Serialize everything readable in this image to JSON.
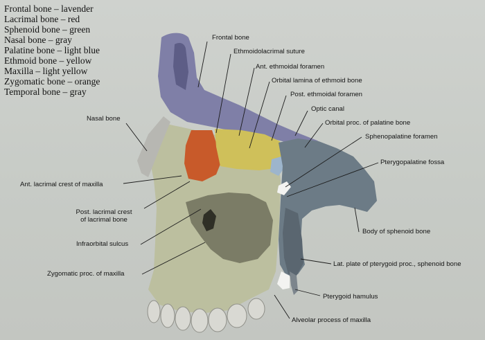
{
  "legend": [
    "Frontal bone – lavender",
    "Lacrimal bone – red",
    "Sphenoid bone – green",
    "Nasal bone – gray",
    "Palatine bone – light blue",
    "Ethmoid bone – yellow",
    "Maxilla – light yellow",
    "Zygomatic bone – orange",
    "Temporal bone – gray"
  ],
  "labels": {
    "frontal_bone": "Frontal bone",
    "ethmoidolacrimal_suture": "Ethmoidolacrimal suture",
    "ant_ethmoidal_foramen": "Ant. ethmoidal foramen",
    "orbital_lamina": "Orbital lamina of ethmoid bone",
    "post_ethmoidal_foramen": "Post. ethmoidal foramen",
    "optic_canal": "Optic canal",
    "orbital_proc_palatine": "Orbital proc. of palatine bone",
    "sphenopalatine_foramen": "Sphenopalatine foramen",
    "pterygopalatine_fossa": "Pterygopalatine fossa",
    "nasal_bone": "Nasal bone",
    "ant_lacrimal_crest": "Ant. lacrimal crest of maxilla",
    "post_lacrimal_crest_1": "Post. lacrimal crest",
    "post_lacrimal_crest_2": "of lacrimal bone",
    "infraorbital_sulcus": "Infraorbital sulcus",
    "body_sphenoid": "Body of sphenoid bone",
    "zygomatic_proc": "Zygomatic proc. of maxilla",
    "lat_plate_pterygoid": "Lat. plate of pterygoid proc., sphenoid bone",
    "pterygoid_hamulus": "Pterygoid hamulus",
    "alveolar_process": "Alveolar process of maxilla"
  },
  "colors": {
    "frontal": "#7f7fa7",
    "lacrimal": "#c85a2a",
    "ethmoid": "#cfc05a",
    "maxilla": "#bcbf9f",
    "sphenoid": "#6c7b86"
  }
}
